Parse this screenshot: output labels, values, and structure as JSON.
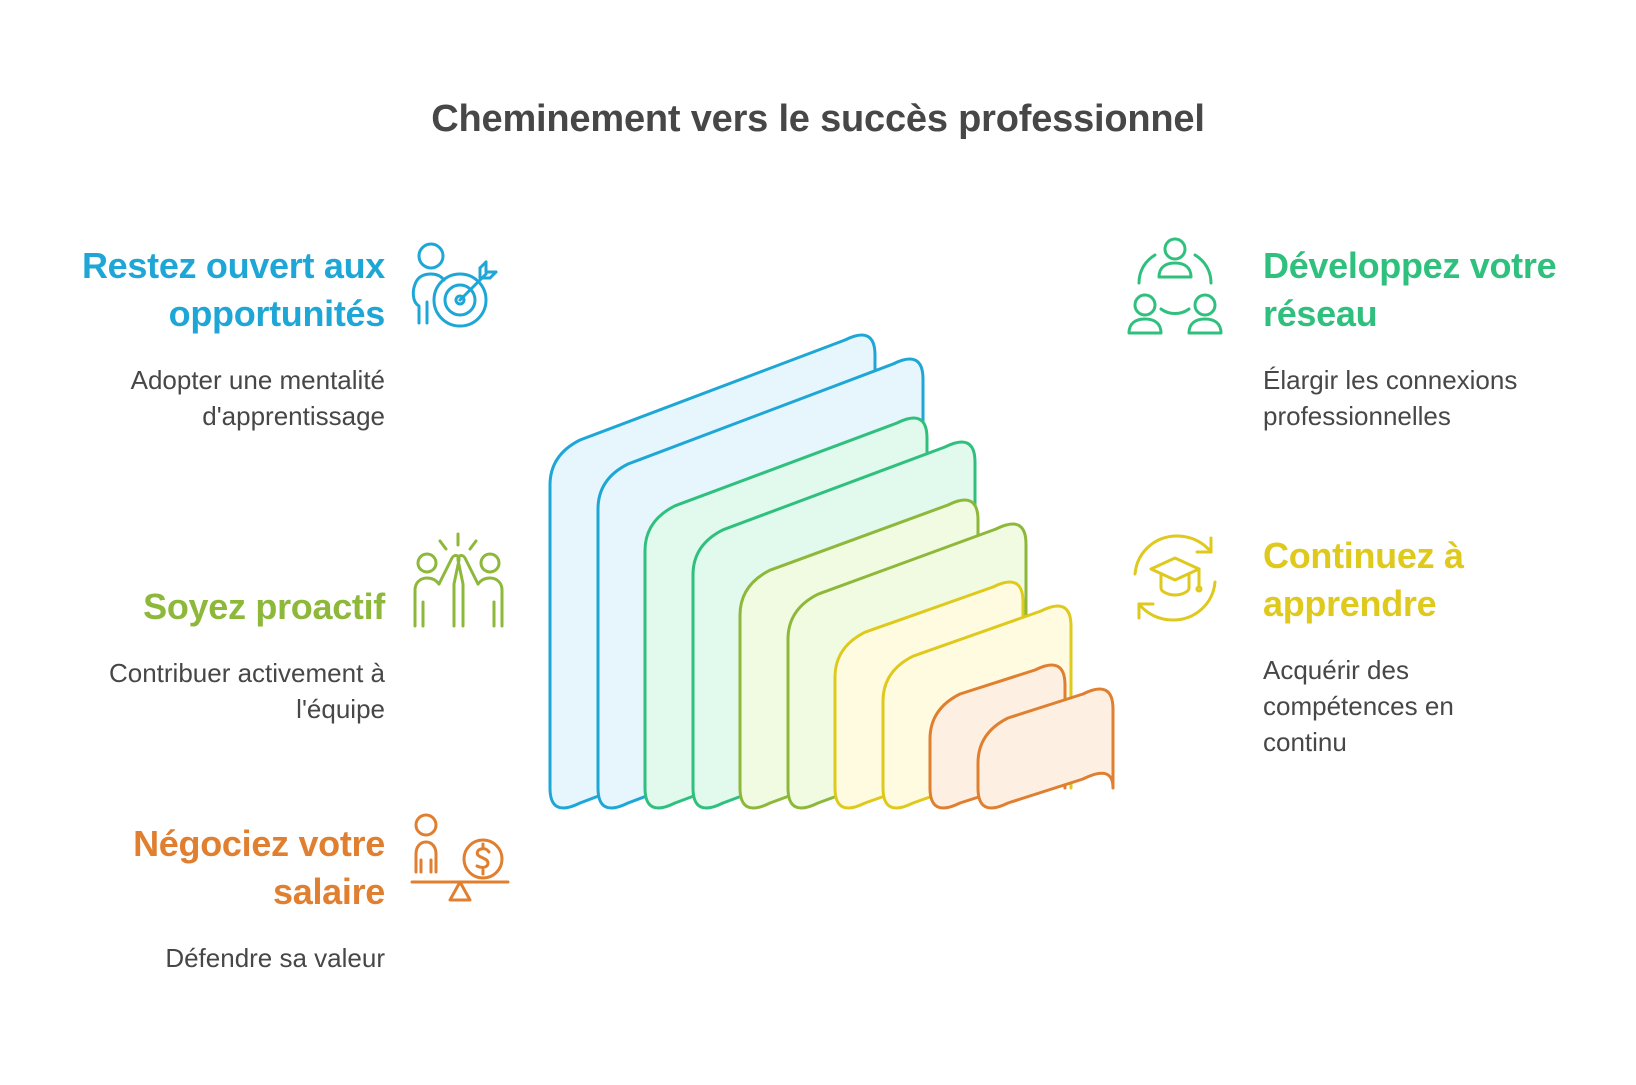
{
  "title": "Cheminement vers le succès professionnel",
  "colors": {
    "blue": "#1ea7d6",
    "green": "#2fc07e",
    "lime": "#8db83a",
    "yellow": "#dfc91c",
    "orange": "#e07f2f",
    "text": "#474747"
  },
  "items": [
    {
      "heading": "Restez ouvert aux opportunités",
      "description": "Adopter une mentalité d'apprentissage",
      "icon": "person-target-icon",
      "color": "#1ea7d6"
    },
    {
      "heading": "Soyez proactif",
      "description": "Contribuer activement à l'équipe",
      "icon": "high-five-icon",
      "color": "#8db83a"
    },
    {
      "heading": "Négociez votre salaire",
      "description": "Défendre sa valeur",
      "icon": "person-money-balance-icon",
      "color": "#e07f2f"
    },
    {
      "heading": "Développez votre réseau",
      "description": "Élargir les connexions professionnelles",
      "icon": "network-people-icon",
      "color": "#2fc07e"
    },
    {
      "heading": "Continuez à apprendre",
      "description": "Acquérir des compétences en continu",
      "icon": "graduation-cycle-icon",
      "color": "#dfc91c"
    }
  ],
  "layers": [
    {
      "color": "#1ea7d6",
      "fill": "#e6f6fc"
    },
    {
      "color": "#2fc07e",
      "fill": "#e2f9ee"
    },
    {
      "color": "#8db83a",
      "fill": "#f1fbe1"
    },
    {
      "color": "#dfc91c",
      "fill": "#fefbe0"
    },
    {
      "color": "#e07f2f",
      "fill": "#fdf0e2"
    }
  ]
}
